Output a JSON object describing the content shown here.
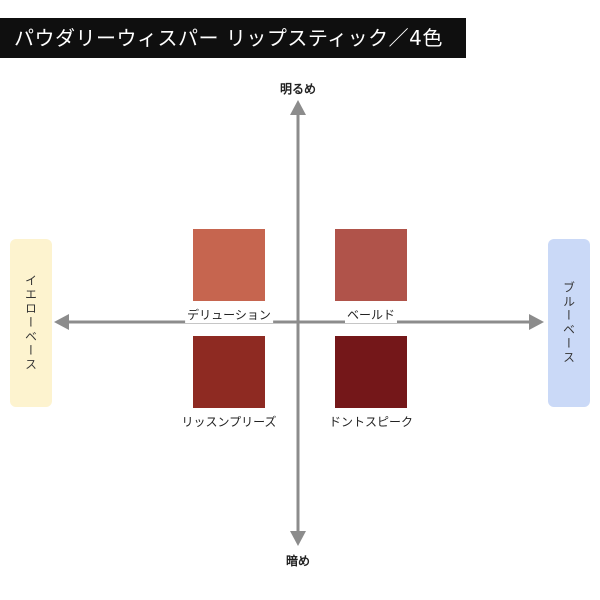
{
  "title": "パウダリーウィスパー リップスティック／4色",
  "axis": {
    "top_label": "明るめ",
    "bottom_label": "暗め",
    "left_label": "イエローベース",
    "right_label": "ブルーベース"
  },
  "colors": {
    "title_bar": "#0f0f0f",
    "axis_line": "#8c8c8c",
    "left_tab": "#fdf3cf",
    "right_tab": "#cad9f7"
  },
  "shades": [
    {
      "name": "デリューション",
      "color": "#c6654f",
      "quadrant": "top-left"
    },
    {
      "name": "ベールド",
      "color": "#b0534a",
      "quadrant": "top-right"
    },
    {
      "name": "リッスンプリーズ",
      "color": "#8e2a22",
      "quadrant": "bottom-left"
    },
    {
      "name": "ドントスピーク",
      "color": "#741719",
      "quadrant": "bottom-right"
    }
  ]
}
